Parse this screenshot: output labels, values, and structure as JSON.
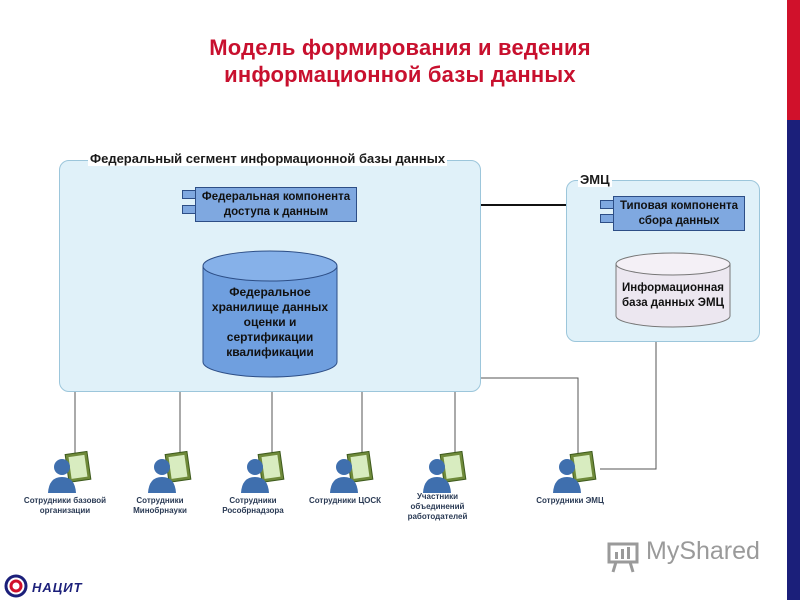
{
  "title": {
    "line1": "Модель формирования и ведения",
    "line2": "информационной базы данных"
  },
  "federal_segment": {
    "label": "Федеральный сегмент информационной базы данных",
    "component_line1": "Федеральная компонента",
    "component_line2": "доступа к данным",
    "storage": [
      "Федеральное",
      "хранилище данных",
      "оценки и",
      "сертификации",
      "квалификации"
    ]
  },
  "emc_segment": {
    "label": "ЭМЦ",
    "component_line1": "Типовая компонента",
    "component_line2": "сбора данных",
    "database": [
      "Информационная",
      "база данных ЭМЦ"
    ]
  },
  "employees": [
    [
      "Сотрудники базовой",
      "организации"
    ],
    [
      "Сотрудники",
      "Минобрнауки"
    ],
    [
      "Сотрудники",
      "Рособрнадзора"
    ],
    [
      "Сотрудники ЦОСК"
    ],
    [
      "Участники",
      "объединений",
      "работодателей"
    ],
    [
      "Сотрудники ЭМЦ"
    ]
  ],
  "watermark": "MyShared",
  "logo_text": "НАЦИТ",
  "colors": {
    "title": "#c8102e",
    "segment_fill": "#e0f1f9",
    "federal_component": "#7fa8e0",
    "emc_database": "#e9e4ee",
    "side_bar_top": "#d0112b",
    "side_bar_bottom": "#1b1f7a"
  }
}
